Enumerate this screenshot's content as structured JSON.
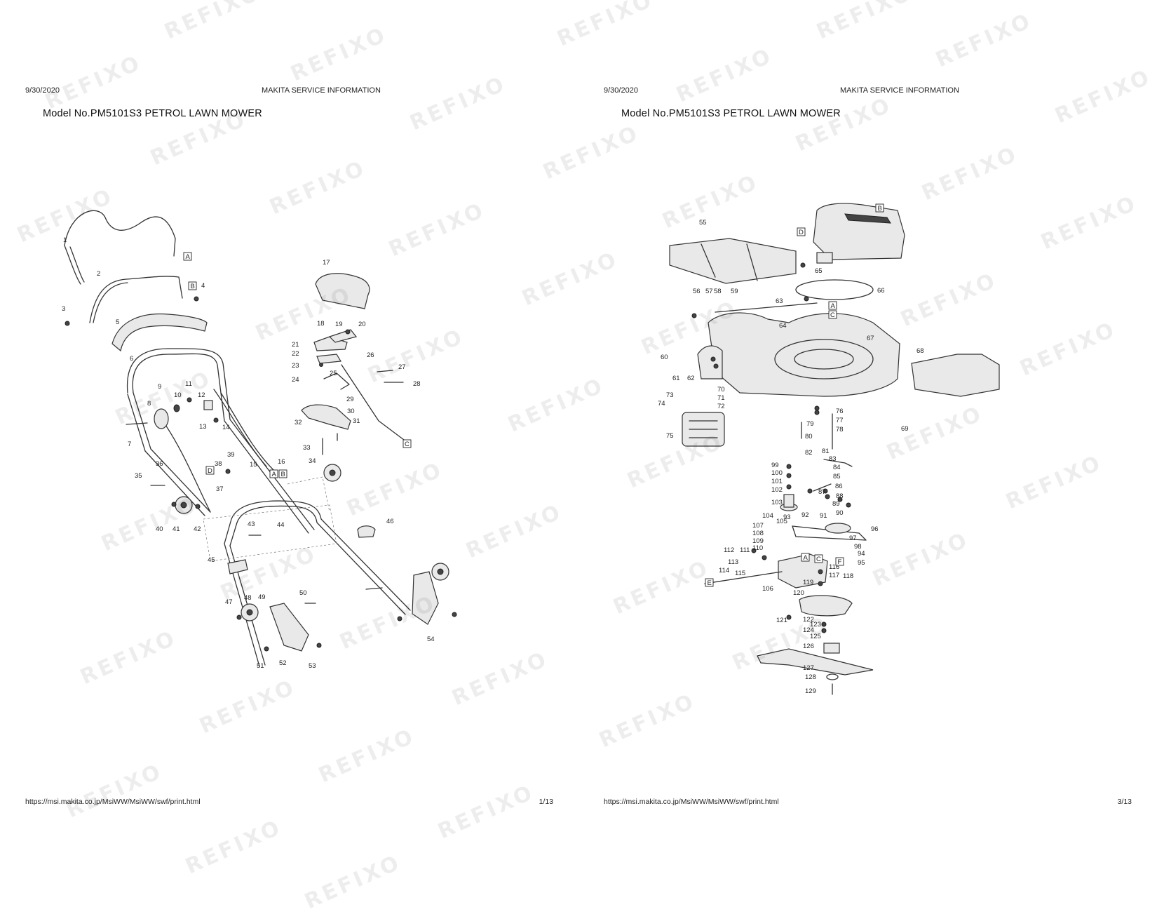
{
  "pages": [
    {
      "header_date": "9/30/2020",
      "header_title": "MAKITA SERVICE INFORMATION",
      "model_title": "Model No.PM5101S3 PETROL LAWN MOWER",
      "footer_url": "https://msi.makita.co.jp/MsiWW/MsiWW/swf/print.html",
      "footer_page": "1/13",
      "labels": {
        "n1": "1",
        "n2": "2",
        "n3": "3",
        "n4": "4",
        "n5": "5",
        "n6": "6",
        "n7": "7",
        "n8": "8",
        "n9": "9",
        "n10": "10",
        "n11": "11",
        "n12": "12",
        "n13": "13",
        "n14": "14",
        "n15": "15",
        "n16": "16",
        "n17": "17",
        "n18": "18",
        "n19": "19",
        "n20": "20",
        "n21": "21",
        "n22": "22",
        "n23": "23",
        "n24": "24",
        "n25": "25",
        "n26": "26",
        "n27": "27",
        "n28": "28",
        "n29": "29",
        "n30": "30",
        "n31": "31",
        "n32": "32",
        "n33": "33",
        "n34": "34",
        "n35": "35",
        "n36": "36",
        "n37": "37",
        "n38": "38",
        "n39": "39",
        "n40": "40",
        "n41": "41",
        "n42": "42",
        "n43": "43",
        "n44": "44",
        "n45": "45",
        "n46": "46",
        "n47": "47",
        "n48": "48",
        "n49": "49",
        "n50": "50",
        "n51": "51",
        "n52": "52",
        "n53": "53",
        "n54": "54",
        "refA": "A",
        "refB": "B",
        "refC": "C",
        "refD": "D"
      }
    },
    {
      "header_date": "9/30/2020",
      "header_title": "MAKITA SERVICE INFORMATION",
      "model_title": "Model No.PM5101S3 PETROL LAWN MOWER",
      "footer_url": "https://msi.makita.co.jp/MsiWW/MsiWW/swf/print.html",
      "footer_page": "3/13",
      "labels": {
        "n55": "55",
        "n56": "56",
        "n57": "57",
        "n58": "58",
        "n59": "59",
        "n60": "60",
        "n61": "61",
        "n62": "62",
        "n63": "63",
        "n64": "64",
        "n65": "65",
        "n66": "66",
        "n67": "67",
        "n68": "68",
        "n69": "69",
        "n70": "70",
        "n71": "71",
        "n72": "72",
        "n73": "73",
        "n74": "74",
        "n75": "75",
        "n76": "76",
        "n77": "77",
        "n78": "78",
        "n79": "79",
        "n80": "80",
        "n81": "81",
        "n82": "82",
        "n83": "83",
        "n84": "84",
        "n85": "85",
        "n86": "86",
        "n87": "87",
        "n88": "88",
        "n89": "89",
        "n90": "90",
        "n91": "91",
        "n92": "92",
        "n93": "93",
        "n94": "94",
        "n95": "95",
        "n96": "96",
        "n97": "97",
        "n98": "98",
        "n99": "99",
        "n100": "100",
        "n101": "101",
        "n102": "102",
        "n103": "103",
        "n104": "104",
        "n105": "105",
        "n106": "106",
        "n107": "107",
        "n108": "108",
        "n109": "109",
        "n110": "110",
        "n111": "111",
        "n112": "112",
        "n113": "113",
        "n114": "114",
        "n115": "115",
        "n116": "116",
        "n117": "117",
        "n118": "118",
        "n119": "119",
        "n120": "120",
        "n121": "121",
        "n122": "122",
        "n123": "123",
        "n124": "124",
        "n125": "125",
        "n126": "126",
        "n127": "127",
        "n128": "128",
        "n129": "129",
        "refA": "A",
        "refB": "B",
        "refC": "C",
        "refD": "D",
        "refE": "E",
        "refF": "F"
      }
    }
  ],
  "watermark_text": "REFIXO"
}
